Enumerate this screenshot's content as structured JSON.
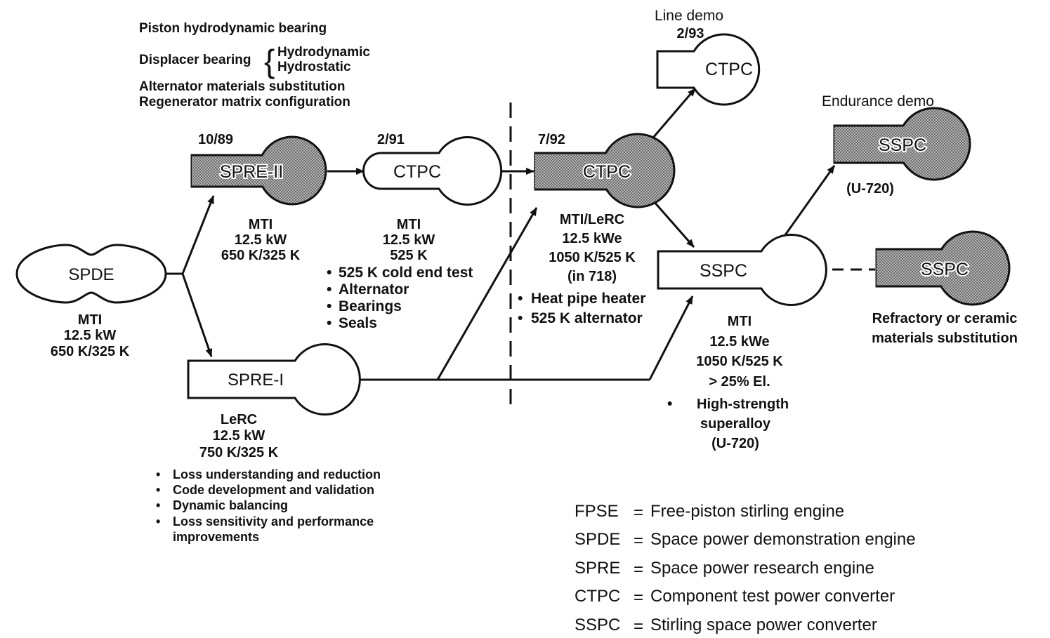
{
  "top_notes": {
    "line1": "Piston hydrodynamic bearing",
    "displacer_label": "Displacer bearing",
    "displacer_opt1": "Hydrodynamic",
    "displacer_opt2": "Hydrostatic",
    "line3": "Alternator materials substitution",
    "line4": "Regenerator matrix configuration"
  },
  "nodes": {
    "spde": {
      "label": "SPDE",
      "info": [
        "MTI",
        "12.5 kW",
        "650 K/325 K"
      ]
    },
    "spre2": {
      "label": "SPRE-II",
      "date": "10/89",
      "info": [
        "MTI",
        "12.5 kW",
        "650 K/325 K"
      ]
    },
    "spre1": {
      "label": "SPRE-I",
      "info": [
        "LeRC",
        "12.5 kW",
        "750 K/325 K"
      ],
      "bullets": [
        "Loss understanding and reduction",
        "Code development and validation",
        "Dynamic balancing",
        "Loss sensitivity and performance"
      ],
      "bullet_cont": "improvements"
    },
    "ctpc91": {
      "label": "CTPC",
      "date": "2/91",
      "info": [
        "MTI",
        "12.5 kW",
        "525 K"
      ],
      "bullets": [
        "525 K cold end test",
        "Alternator",
        "Bearings",
        "Seals"
      ]
    },
    "ctpc92": {
      "label": "CTPC",
      "date": "7/92",
      "info": [
        "MTI/LeRC",
        "12.5 kWe",
        "1050 K/525 K",
        "(in 718)"
      ],
      "bullets": [
        "Heat pipe heater",
        "525 K alternator"
      ]
    },
    "ctpc93": {
      "label": "CTPC",
      "title": "Line demo",
      "date": "2/93"
    },
    "sspc_mid": {
      "label": "SSPC",
      "info": [
        "MTI",
        "12.5 kWe",
        "1050 K/525 K",
        "> 25% El."
      ],
      "bullet": "High-strength",
      "bullet_cont": [
        "superalloy",
        "(U-720)"
      ]
    },
    "sspc_endurance": {
      "label": "SSPC",
      "title": "Endurance demo",
      "info": "(U-720)"
    },
    "sspc_refractory": {
      "label": "SSPC",
      "info": [
        "Refractory or ceramic",
        "materials substitution"
      ]
    }
  },
  "legend": [
    {
      "abbr": "FPSE",
      "eq": "=",
      "desc": "Free-piston stirling engine"
    },
    {
      "abbr": "SPDE",
      "eq": "=",
      "desc": "Space power demonstration engine"
    },
    {
      "abbr": "SPRE",
      "eq": "=",
      "desc": "Space power research engine"
    },
    {
      "abbr": "CTPC",
      "eq": "=",
      "desc": "Component test power converter"
    },
    {
      "abbr": "SSPC",
      "eq": "=",
      "desc": "Stirling space power converter"
    }
  ],
  "style": {
    "ink": "#111111",
    "hatch_fill": "#9a9a9a",
    "background": "#ffffff"
  }
}
